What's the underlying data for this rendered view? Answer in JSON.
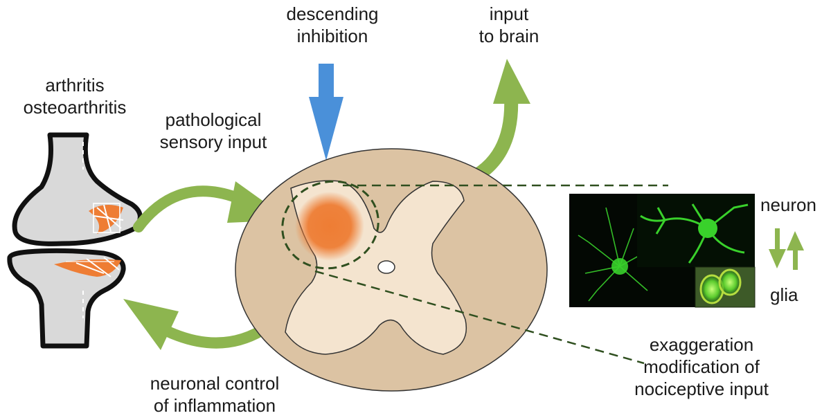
{
  "labels": {
    "arthritis_line1": "arthritis",
    "arthritis_line2": "osteoarthritis",
    "pathological_line1": "pathological",
    "pathological_line2": "sensory input",
    "descending_line1": "descending",
    "descending_line2": "inhibition",
    "input_brain_line1": "input",
    "input_brain_line2": "to brain",
    "neuron": "neuron",
    "glia": "glia",
    "exaggeration_line1": "exaggeration",
    "exaggeration_line2": "modification of",
    "exaggeration_line3": "nociceptive input",
    "neuronal_line1": "neuronal control",
    "neuronal_line2": "of inflammation"
  },
  "colors": {
    "green_arrow": "#8db54f",
    "blue_arrow": "#4a90d9",
    "orange": "#ee7d34",
    "spinal_outer": "#dcc3a3",
    "spinal_inner": "#f4e4cf",
    "bone": "#d9d9d9",
    "dashed_line": "#2f4f1f",
    "micrograph_green": "#39d12b"
  },
  "icons": {
    "knee": "knee-joint-icon",
    "spinal_cord": "spinal-cord-cross-section-icon",
    "micrograph": "fluorescence-micrograph-icon"
  }
}
